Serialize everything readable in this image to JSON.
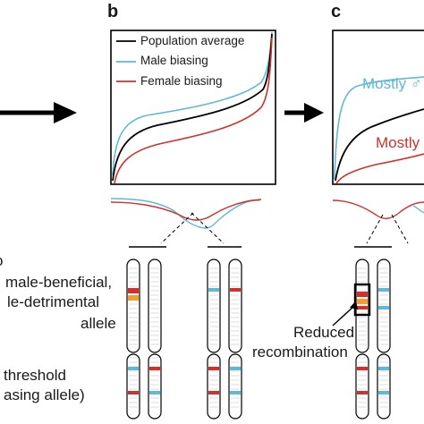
{
  "panels": {
    "b": "b",
    "c": "c"
  },
  "legend": {
    "items": [
      {
        "label": "Population average",
        "color": "#000000"
      },
      {
        "label": "Male biasing",
        "color": "#5fb8d6"
      },
      {
        "label": "Female biasing",
        "color": "#d0312d"
      }
    ]
  },
  "panel_c_labels": {
    "mostly_male": "Mostly ♂",
    "mostly_female": "Mostly"
  },
  "left_text": {
    "line1": "male-beneficial,",
    "line2": "le-detrimental",
    "line3": "allele",
    "line4": "threshold",
    "line5": "asing allele)",
    "cut_char": "o"
  },
  "annotations": {
    "reduced": "Reduced",
    "recombination": "recombination"
  },
  "colors": {
    "male": "#5fb8d6",
    "female": "#d0312d",
    "average": "#000000",
    "orange": "#f0a030",
    "highlight": "#d0312d"
  }
}
